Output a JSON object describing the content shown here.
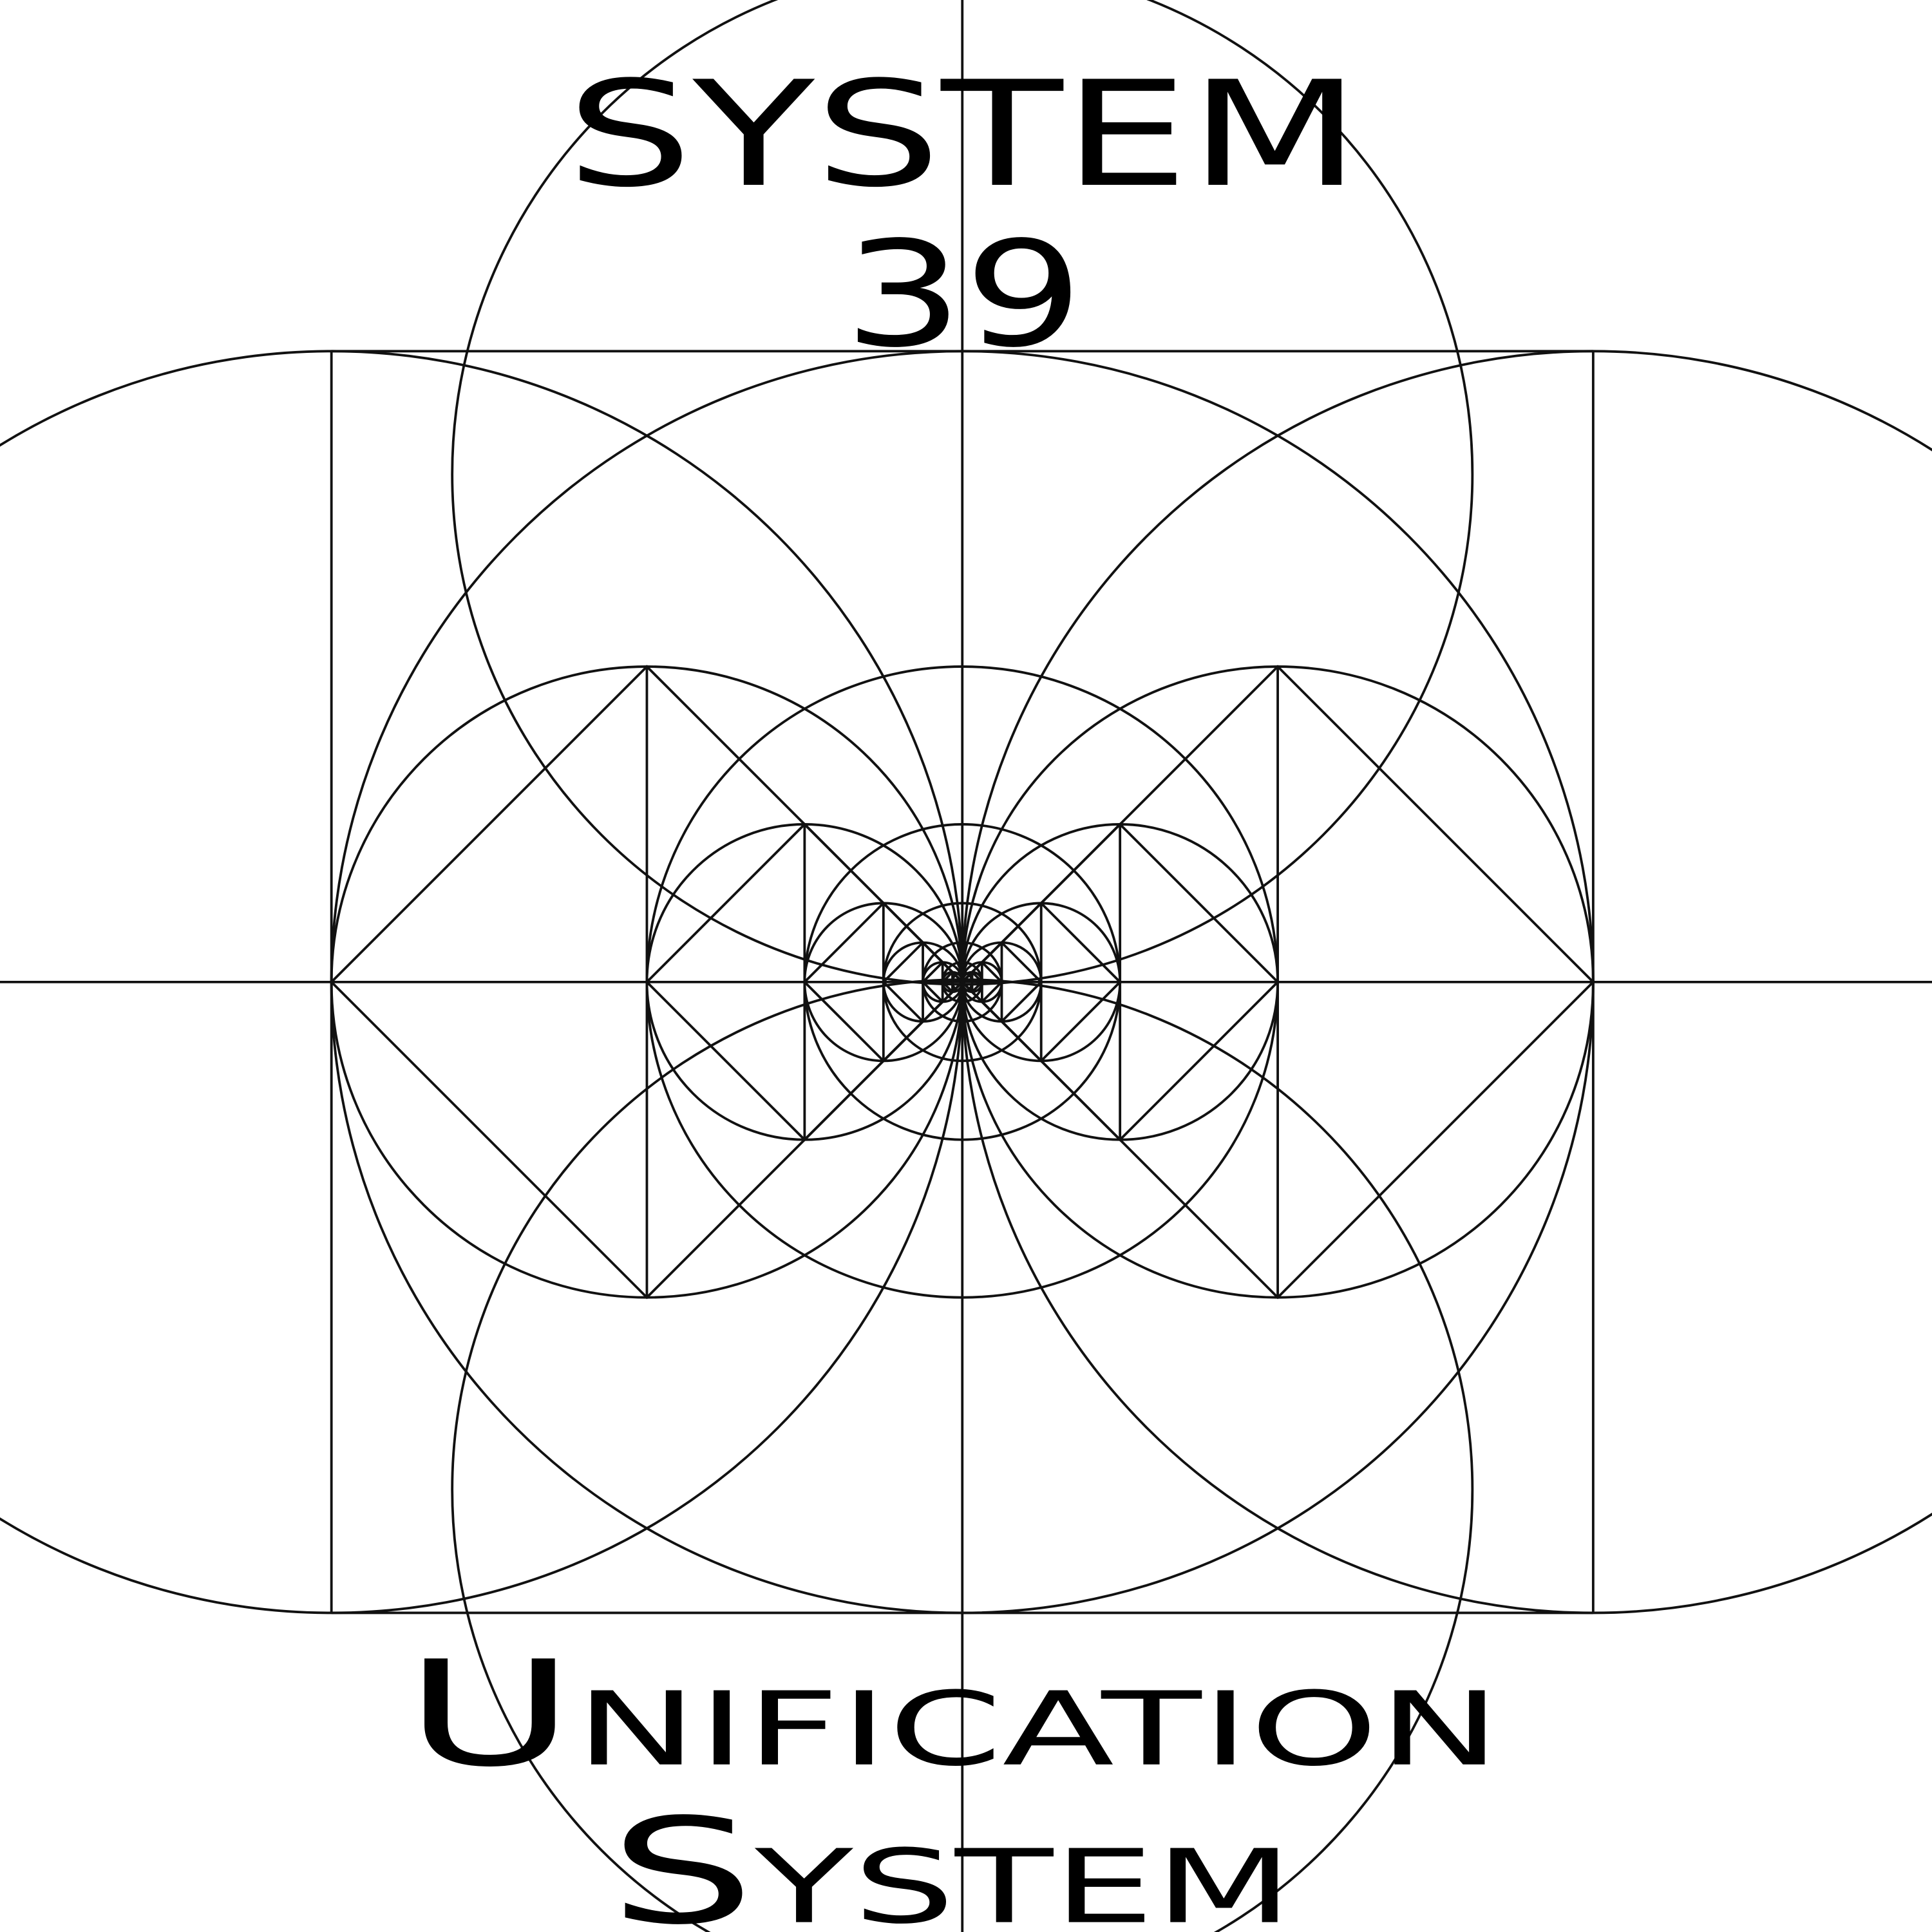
{
  "title": {
    "line1": "SYSTEM",
    "line2": "39"
  },
  "subtitle": {
    "line1": "Unification",
    "line2": "System"
  },
  "colors": {
    "background": "#ffffff",
    "stroke": "#111111",
    "text": "#000000"
  },
  "diagram": {
    "recursion_levels": 6
  }
}
